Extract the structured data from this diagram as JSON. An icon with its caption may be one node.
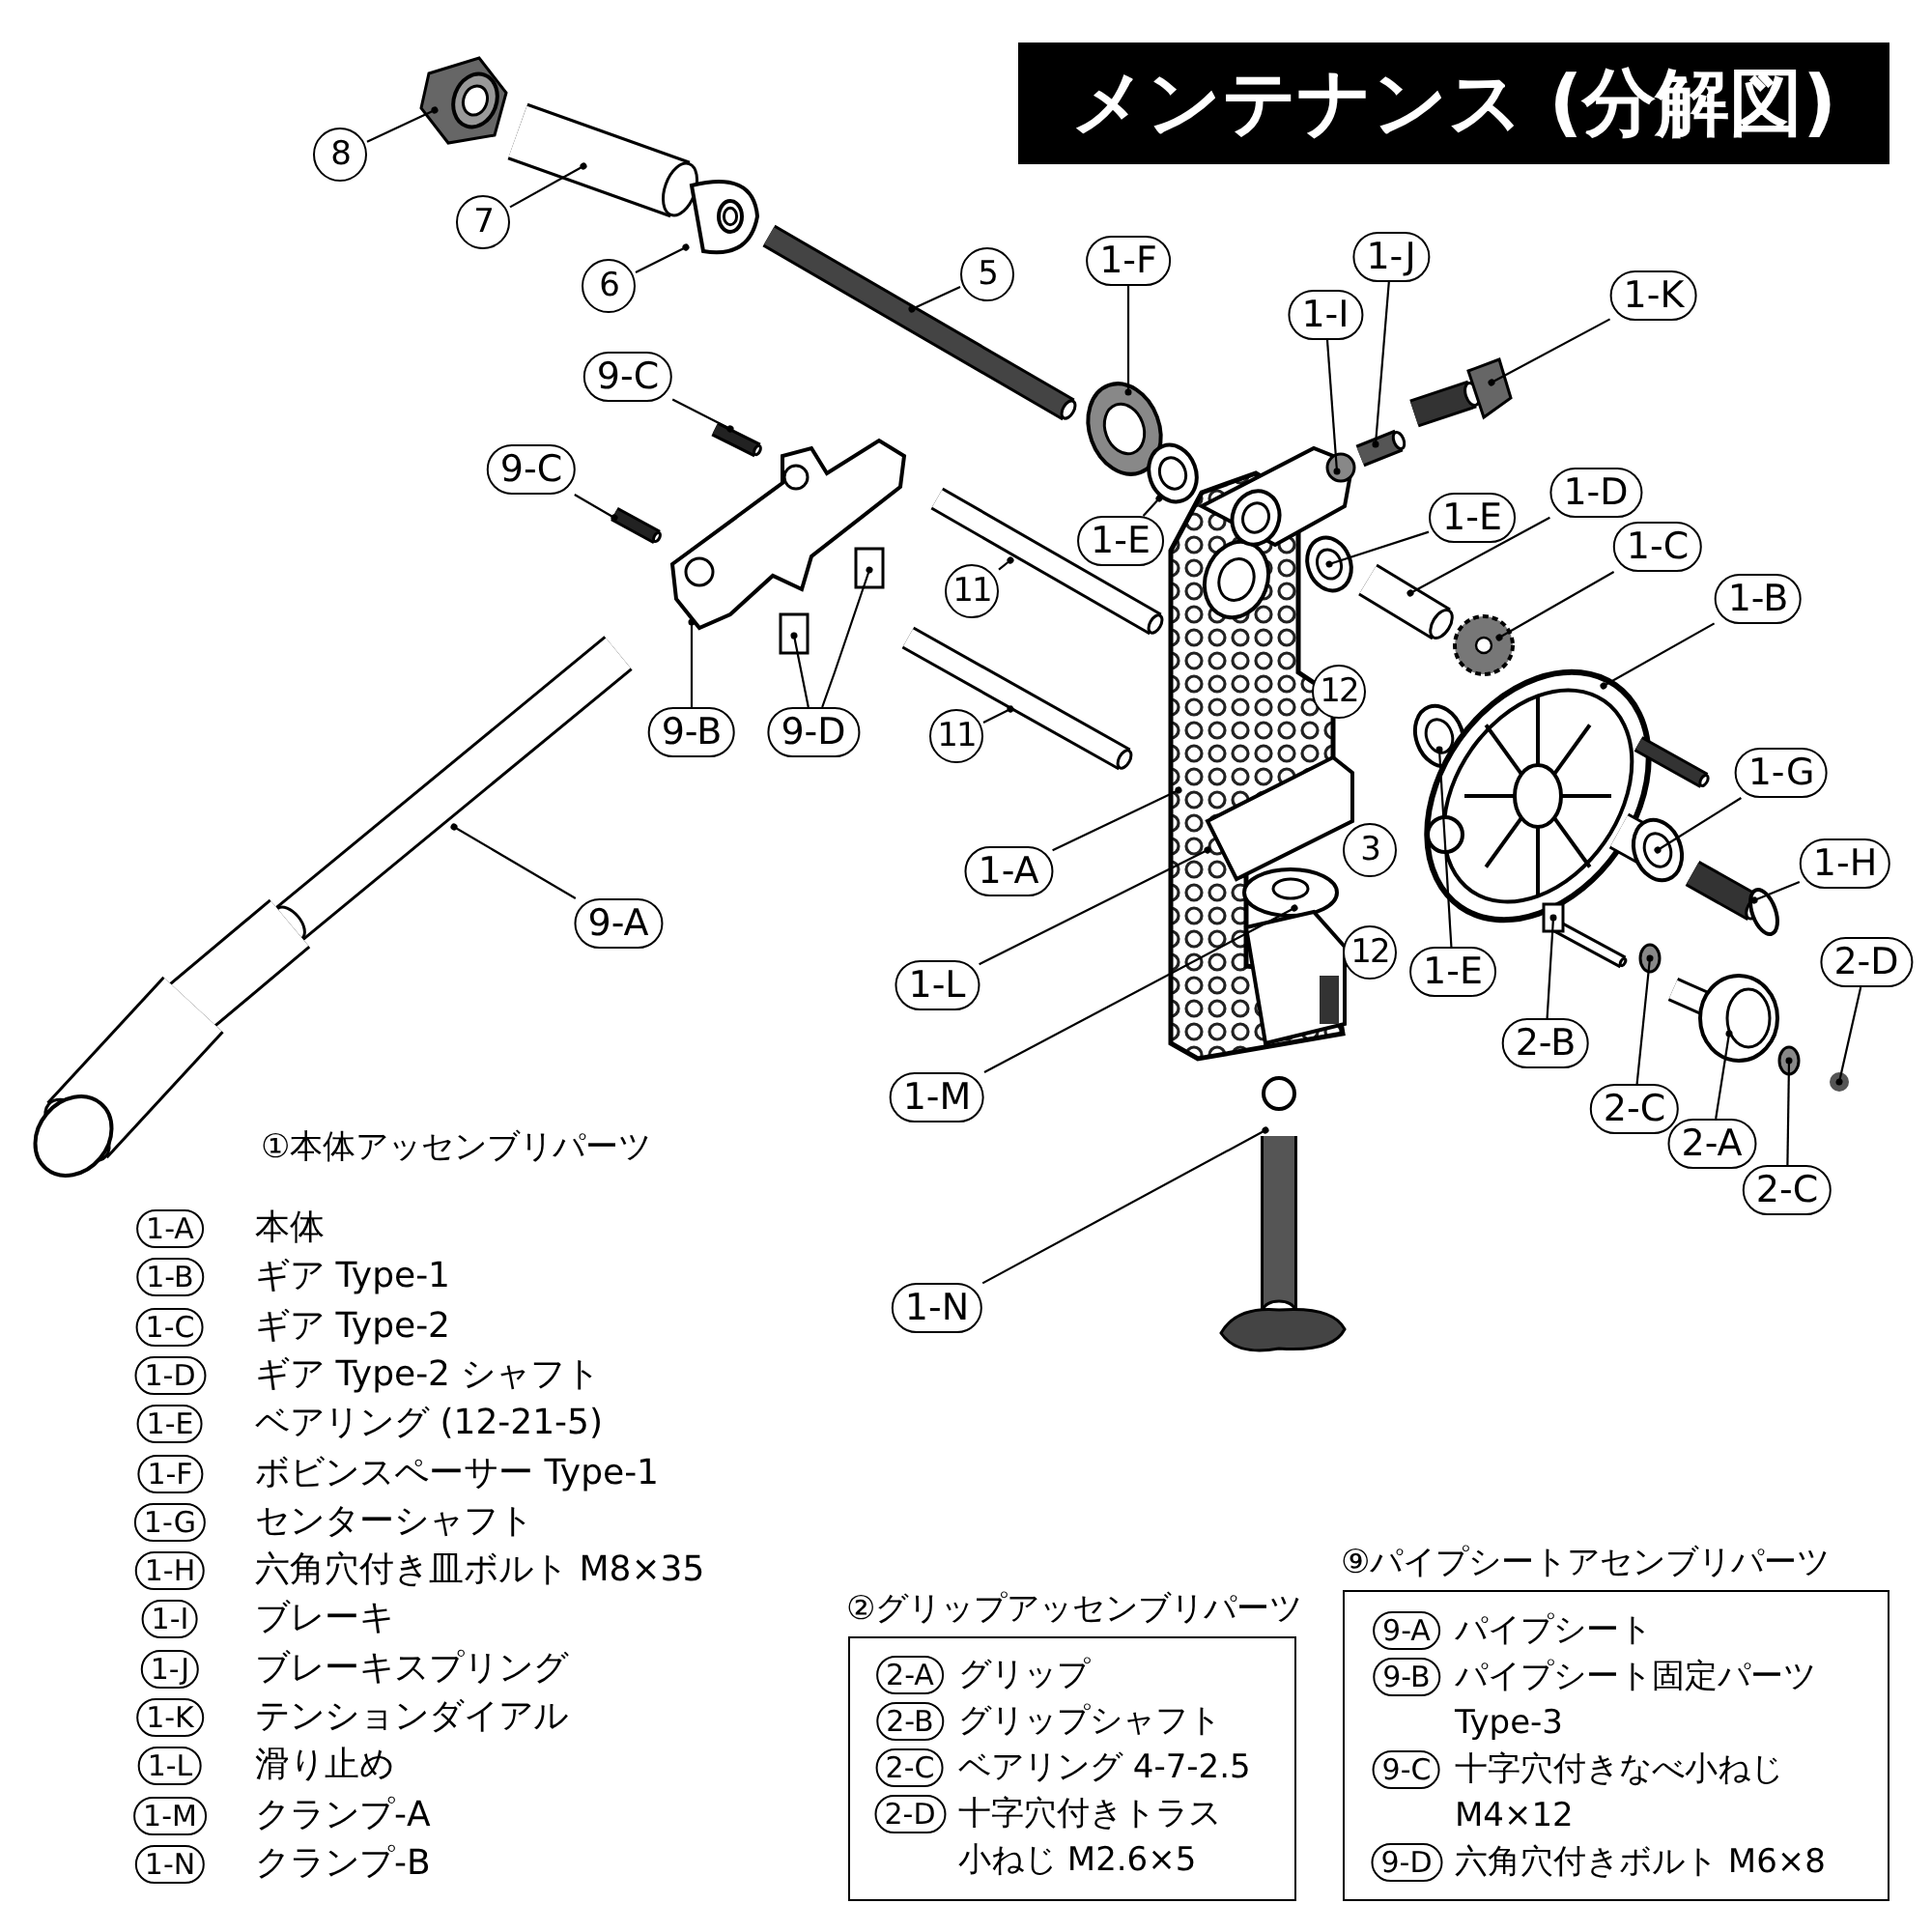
{
  "diagram": {
    "title": "メンテナンス (分解図)",
    "nodes": [
      {
        "text": [
          "8"
        ]
      },
      {
        "text": [
          "7"
        ]
      },
      {
        "text": [
          "6"
        ]
      },
      {
        "text": [
          "5"
        ]
      },
      {
        "text": [
          "9-C"
        ]
      },
      {
        "text": [
          "9-C"
        ]
      },
      {
        "text": [
          "9-B"
        ]
      },
      {
        "text": [
          "9-D"
        ]
      },
      {
        "text": [
          "11"
        ]
      },
      {
        "text": [
          "11"
        ]
      },
      {
        "text": [
          "9-A"
        ]
      },
      {
        "text": [
          "1-F"
        ]
      },
      {
        "text": [
          "1-I"
        ]
      },
      {
        "text": [
          "1-J"
        ]
      },
      {
        "text": [
          "1-K"
        ]
      },
      {
        "text": [
          "1-E"
        ]
      },
      {
        "text": [
          "1-E"
        ]
      },
      {
        "text": [
          "1-D"
        ]
      },
      {
        "text": [
          "1-C"
        ]
      },
      {
        "text": [
          "1-B"
        ]
      },
      {
        "text": [
          "12"
        ]
      },
      {
        "text": [
          "3"
        ]
      },
      {
        "text": [
          "12"
        ]
      },
      {
        "text": [
          "1-E"
        ]
      },
      {
        "text": [
          "1-A"
        ]
      },
      {
        "text": [
          "1-L"
        ]
      },
      {
        "text": [
          "1-M"
        ]
      },
      {
        "text": [
          "1-N"
        ]
      },
      {
        "text": [
          "1-G"
        ]
      },
      {
        "text": [
          "1-H"
        ]
      },
      {
        "text": [
          "2-B"
        ]
      },
      {
        "text": [
          "2-C"
        ]
      },
      {
        "text": [
          "2-A"
        ]
      },
      {
        "text": [
          "2-C"
        ]
      },
      {
        "text": [
          "2-D"
        ]
      },
      {
        "text": [
          "1-A"
        ],
        "beside": [
          "本体"
        ]
      },
      {
        "text": [
          "1-B"
        ],
        "beside": [
          "ギア Type-1"
        ]
      },
      {
        "text": [
          "1-C"
        ],
        "beside": [
          "ギア Type-2"
        ]
      },
      {
        "text": [
          "1-D"
        ],
        "beside": [
          "ギア Type-2 シャフト"
        ]
      },
      {
        "text": [
          "1-E"
        ],
        "beside": [
          "ベアリング (12-21-5)"
        ]
      },
      {
        "text": [
          "1-F"
        ],
        "beside": [
          "ボビンスペーサー Type-1"
        ]
      },
      {
        "text": [
          "1-G"
        ],
        "beside": [
          "センターシャフト"
        ]
      },
      {
        "text": [
          "1-H"
        ],
        "beside": [
          "六角穴付き皿ボルト M8×35"
        ]
      },
      {
        "text": [
          "1-I"
        ],
        "beside": [
          "ブレーキ"
        ]
      },
      {
        "text": [
          "1-J"
        ],
        "beside": [
          "ブレーキスプリング"
        ]
      },
      {
        "text": [
          "1-K"
        ],
        "beside": [
          "テンションダイアル"
        ]
      },
      {
        "text": [
          "1-L"
        ],
        "beside": [
          "滑り止め"
        ]
      },
      {
        "text": [
          "1-M"
        ],
        "beside": [
          "クランプ-A"
        ]
      },
      {
        "text": [
          "1-N"
        ],
        "beside": [
          "クランプ-B"
        ]
      },
      {
        "text": [
          "②グリップアッセンブリパーツ"
        ]
      },
      {
        "text": [
          "2-A"
        ],
        "beside": [
          "グリップ"
        ],
        "in": 49
      },
      {
        "text": [
          "2-B"
        ],
        "beside": [
          "グリップシャフト"
        ],
        "in": 49
      },
      {
        "text": [
          "2-C"
        ],
        "beside": [
          "ベアリング 4-7-2.5"
        ],
        "in": 49
      },
      {
        "text": [
          "2-D"
        ],
        "beside": [
          "十字穴付きトラス小ねじ M2.6×5"
        ],
        "in": 49
      },
      {
        "text": [
          "⑨パイプシートアセンブリパーツ"
        ]
      },
      {
        "text": [
          "9-A"
        ],
        "beside": [
          "パイプシート"
        ],
        "in": 54
      },
      {
        "text": [
          "9-B"
        ],
        "beside": [
          "パイプシート固定パーツType-3"
        ],
        "in": 54
      },
      {
        "text": [
          "9-C"
        ],
        "beside": [
          "十字穴付きなべ小ねじM4×12"
        ],
        "in": 54
      },
      {
        "text": [
          "9-D"
        ],
        "beside": [
          "六角穴付きボルト M6×8"
        ],
        "in": 54
      }
    ],
    "edges": [
      {
        "from": 0,
        "to": null,
        "arrow": "other"
      },
      {
        "from": 1,
        "to": null,
        "arrow": "other"
      },
      {
        "from": 2,
        "to": null,
        "arrow": "other"
      },
      {
        "from": 3,
        "to": null,
        "arrow": "other"
      },
      {
        "from": 4,
        "to": null,
        "arrow": "other"
      },
      {
        "from": 5,
        "to": null,
        "arrow": "other"
      },
      {
        "from": 6,
        "to": null,
        "arrow": "other"
      },
      {
        "from": 7,
        "to": null,
        "arrow": "other"
      },
      {
        "from": 7,
        "to": null,
        "arrow": "other"
      },
      {
        "from": 8,
        "to": null,
        "arrow": "other"
      },
      {
        "from": 9,
        "to": null,
        "arrow": "other"
      },
      {
        "from": 10,
        "to": null,
        "arrow": "other"
      },
      {
        "from": 11,
        "to": null,
        "arrow": "other"
      },
      {
        "from": 12,
        "to": null,
        "arrow": "other"
      },
      {
        "from": 13,
        "to": null,
        "arrow": "other"
      },
      {
        "from": 14,
        "to": null,
        "arrow": "other"
      },
      {
        "from": 15,
        "to": null,
        "arrow": "other"
      },
      {
        "from": 16,
        "to": null,
        "arrow": "other"
      },
      {
        "from": 17,
        "to": null,
        "arrow": "other"
      },
      {
        "from": 18,
        "to": null,
        "arrow": "other"
      },
      {
        "from": 19,
        "to": null,
        "arrow": "other"
      },
      {
        "from": 23,
        "to": null,
        "arrow": "other"
      },
      {
        "from": 24,
        "to": null,
        "arrow": "other"
      },
      {
        "from": 25,
        "to": null,
        "arrow": "other"
      },
      {
        "from": 26,
        "to": null,
        "arrow": "other"
      },
      {
        "from": 27,
        "to": null,
        "arrow": "other"
      },
      {
        "from": 28,
        "to": null,
        "arrow": "other"
      },
      {
        "from": 29,
        "to": null,
        "arrow": "other"
      },
      {
        "from": 30,
        "to": null,
        "arrow": "other"
      },
      {
        "from": 31,
        "to": null,
        "arrow": "other"
      },
      {
        "from": 32,
        "to": null,
        "arrow": "other"
      },
      {
        "from": 33,
        "to": null,
        "arrow": "other"
      },
      {
        "from": 34,
        "to": null,
        "arrow": "other"
      }
    ],
    "labels": [
      "①本体アッセンブリパーツ"
    ]
  }
}
